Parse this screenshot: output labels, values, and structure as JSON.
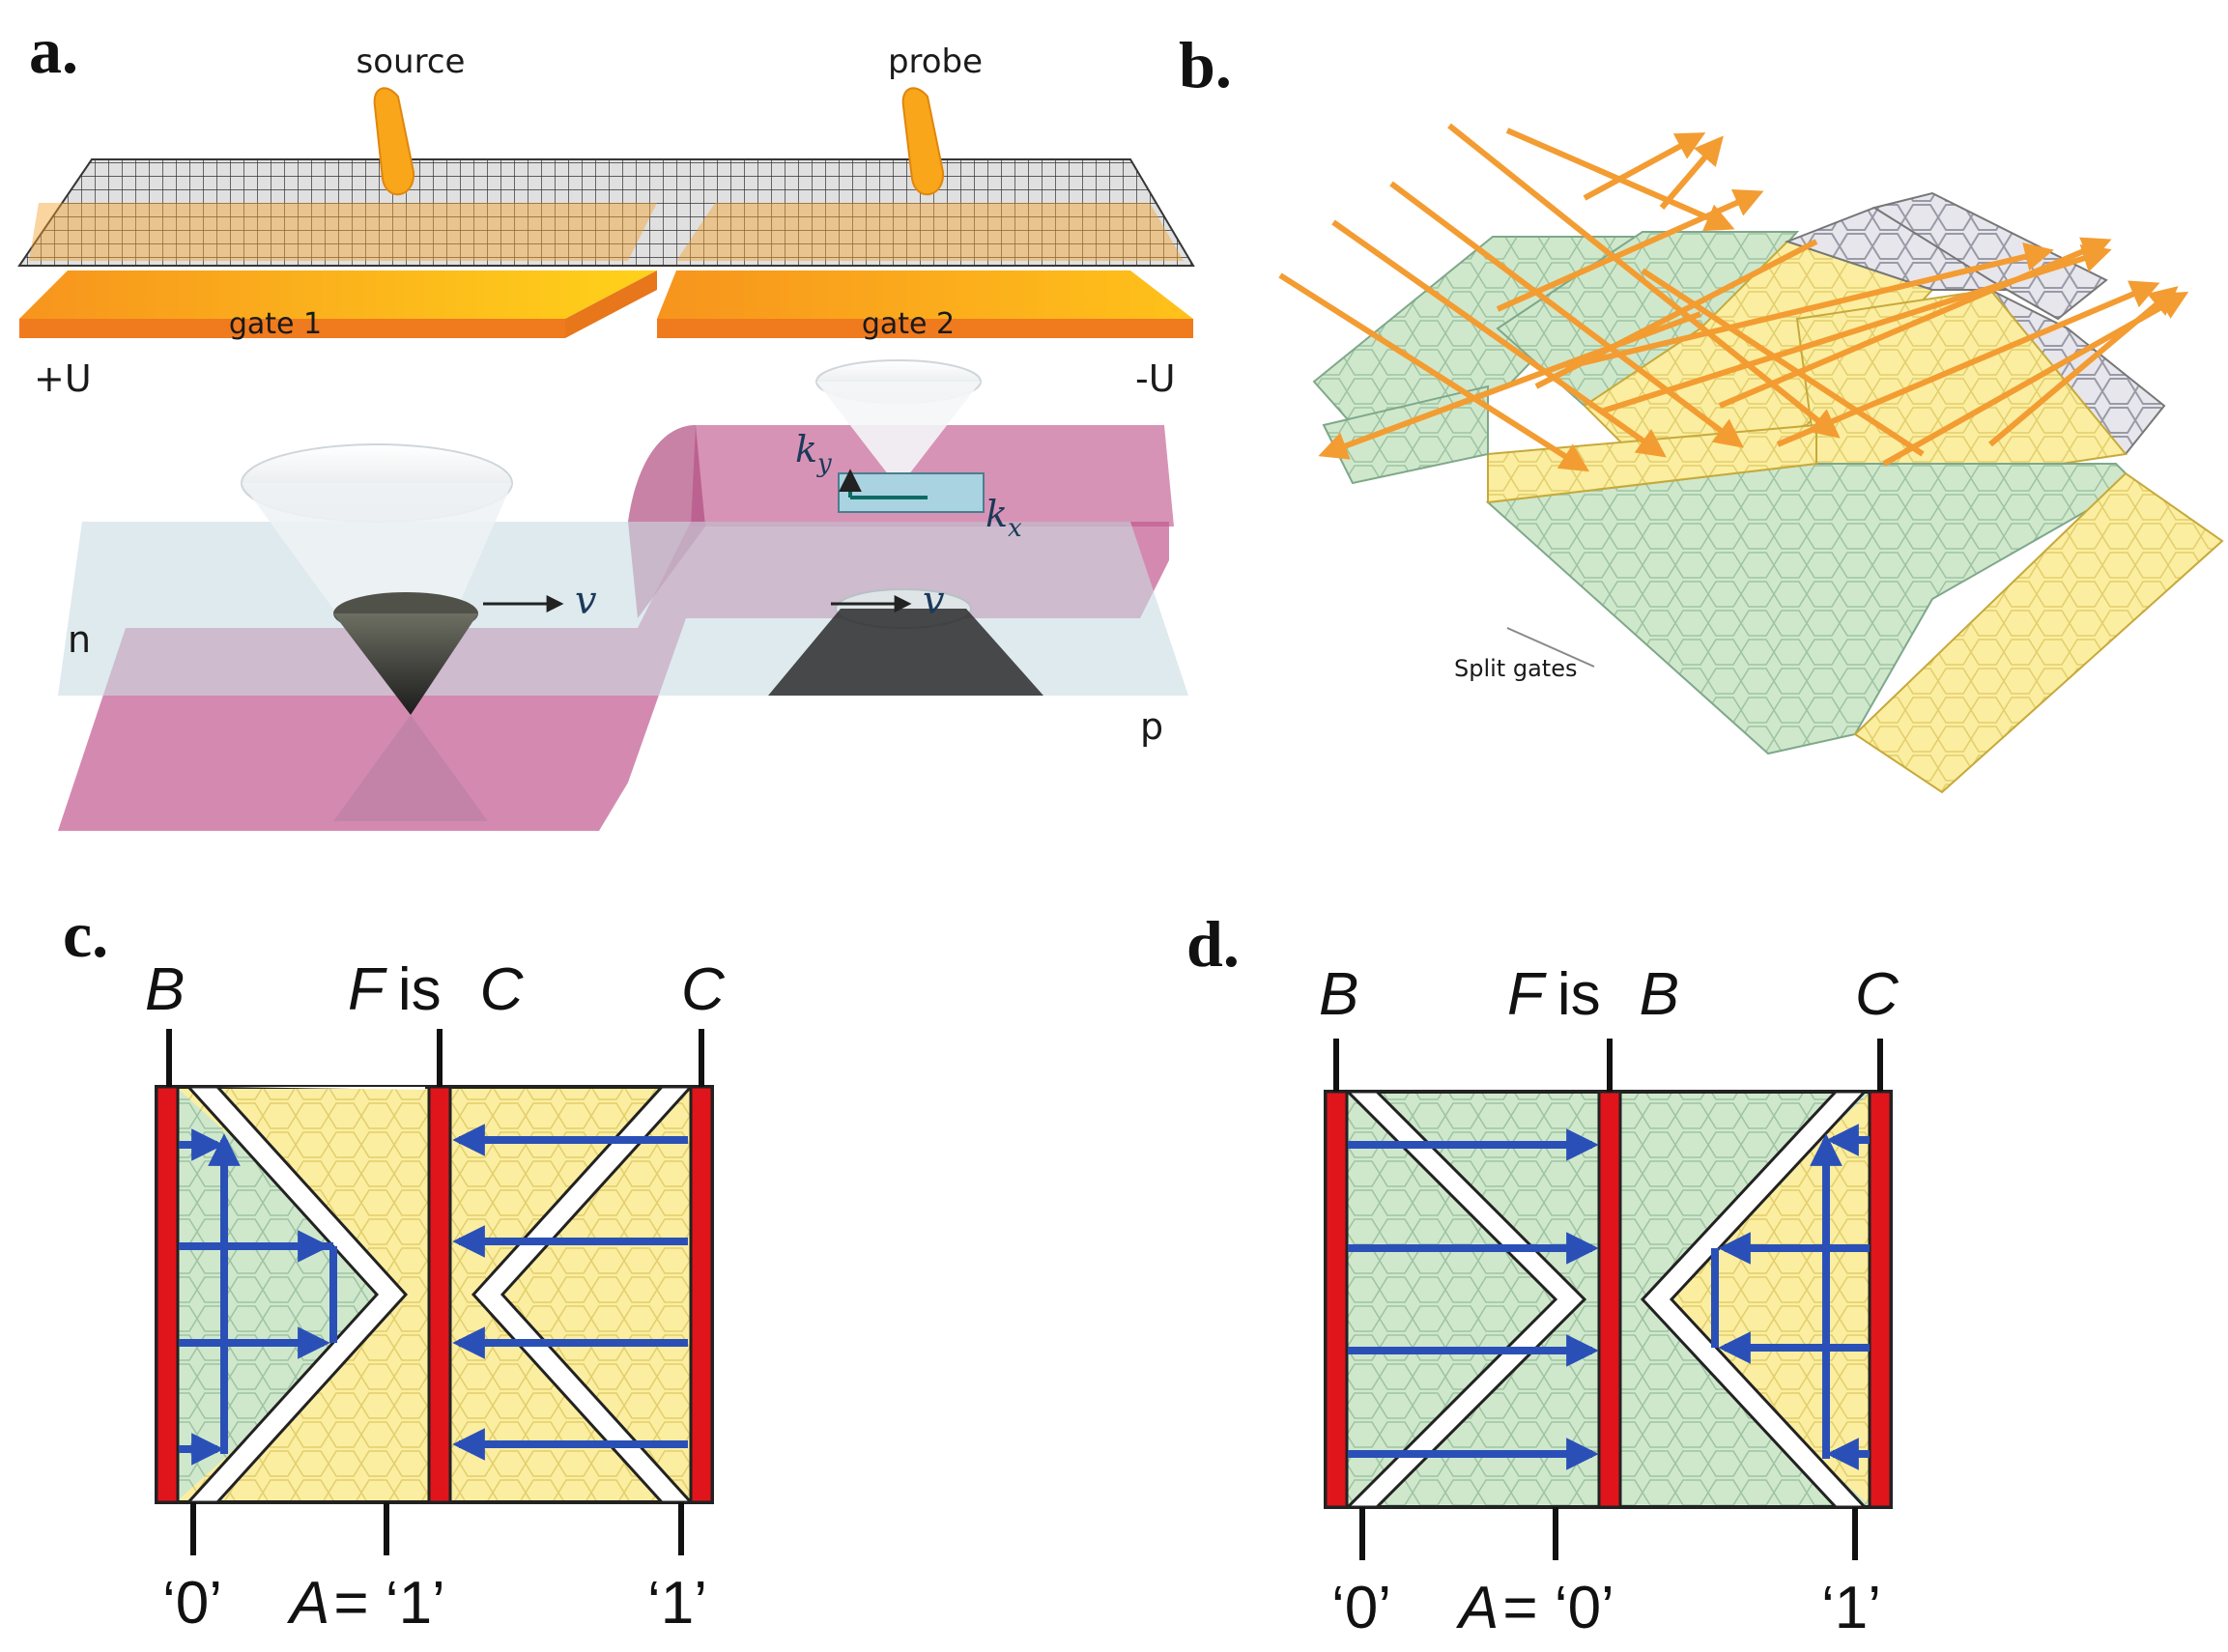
{
  "panels": {
    "a": {
      "letter": "a.",
      "source_label": "source",
      "probe_label": "probe",
      "gate1_label": "gate 1",
      "gate2_label": "gate 2",
      "plus_u": "+U",
      "minus_u": "-U",
      "n_label": "n",
      "p_label": "p",
      "ky_label": "k",
      "ky_sub": "y",
      "kx_label": "k",
      "kx_sub": "x",
      "v_label": "v"
    },
    "b": {
      "letter": "b.",
      "split_gates_label": "Split gates"
    },
    "c": {
      "letter": "c.",
      "top_left": "B",
      "top_mid_f": "F",
      "top_mid_is": "is",
      "top_mid_val": "C",
      "top_right": "C",
      "bottom_left": "‘0’",
      "bottom_a": "A",
      "bottom_eq": "= ‘1’",
      "bottom_right": "‘1’"
    },
    "d": {
      "letter": "d.",
      "top_left": "B",
      "top_mid_f": "F",
      "top_mid_is": "is",
      "top_mid_val": "B",
      "top_right": "C",
      "bottom_left": "‘0’",
      "bottom_a": "A",
      "bottom_eq": "= ‘0’",
      "bottom_right": "‘1’"
    }
  },
  "colors": {
    "gate_orange": "#f5a623",
    "gate_yellow": "#ffd21a",
    "pink": "#c2598f",
    "light_blue": "#c9dce3",
    "green_region": "#cfe8cc",
    "yellow_region": "#fbeea0",
    "red_electrode": "#e0141b",
    "arrow_blue": "#2a50b8",
    "ray_orange": "#f39c32"
  }
}
